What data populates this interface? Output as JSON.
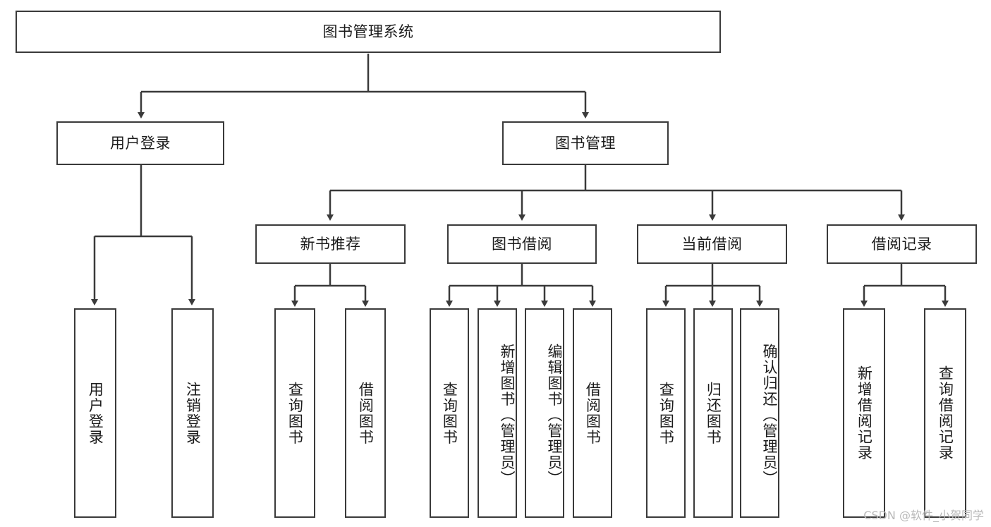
{
  "diagram": {
    "title_node": {
      "label": "图书管理系统"
    },
    "level1": [
      {
        "label": "用户登录"
      },
      {
        "label": "图书管理"
      }
    ],
    "level2": [
      {
        "label": "新书推荐"
      },
      {
        "label": "图书借阅"
      },
      {
        "label": "当前借阅"
      },
      {
        "label": "借阅记录"
      }
    ],
    "leaves": {
      "user_login": [
        {
          "label": "用户登录"
        },
        {
          "label": "注销登录"
        }
      ],
      "new_book": [
        {
          "label": "查询图书"
        },
        {
          "label": "借阅图书"
        }
      ],
      "book_borrow": [
        {
          "label": "查询图书"
        },
        {
          "label": "新增图书（管理员）"
        },
        {
          "label": "编辑图书（管理员）"
        },
        {
          "label": "借阅图书"
        }
      ],
      "current_borrow": [
        {
          "label": "查询图书"
        },
        {
          "label": "归还图书"
        },
        {
          "label": "确认归还（管理员）"
        }
      ],
      "borrow_record": [
        {
          "label": "新增借阅记录"
        },
        {
          "label": "查询借阅记录"
        }
      ]
    }
  },
  "watermark": {
    "text": "CSDN @软件_小贺同学"
  },
  "colors": {
    "border": "#3a3a3a",
    "background": "#ffffff",
    "text": "#1b1b1b",
    "watermark": "#b9b9b9"
  }
}
